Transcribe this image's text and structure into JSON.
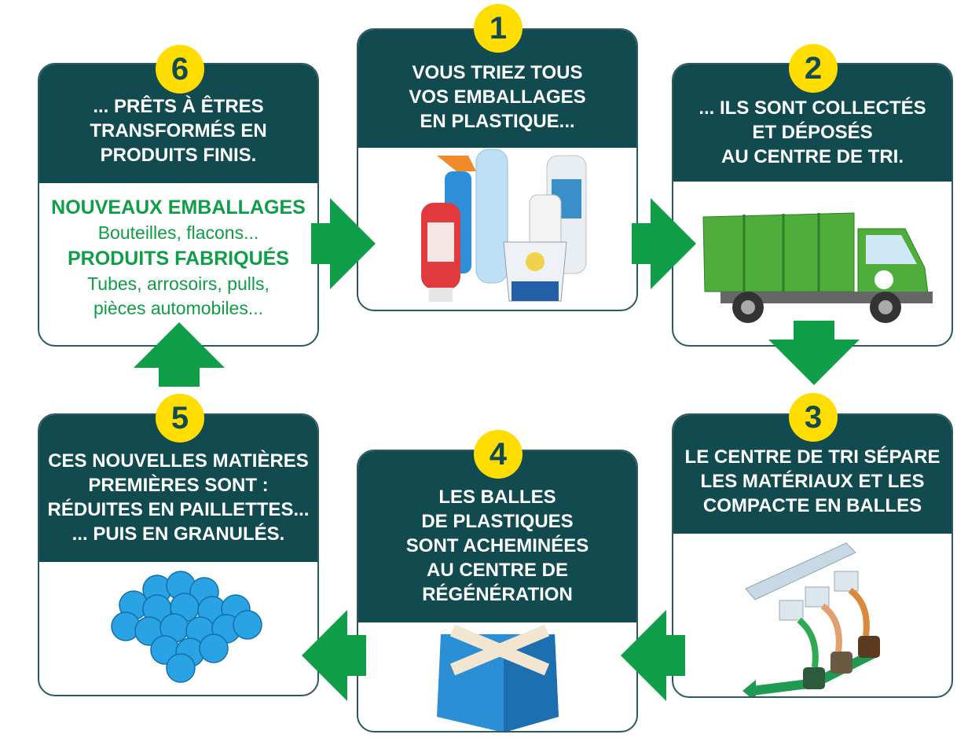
{
  "colors": {
    "header": "#114a4f",
    "arrow": "#0f9d48",
    "badge": "#ffdd00"
  },
  "steps": [
    {
      "number": "1",
      "title_lines": [
        "VOUS TRIEZ TOUS",
        "VOS EMBALLAGES",
        "EN PLASTIQUE..."
      ],
      "illustration": "plastic-packaging"
    },
    {
      "number": "2",
      "title_lines": [
        "... ILS SONT COLLECTÉS",
        "ET DÉPOSÉS",
        "AU CENTRE DE TRI."
      ],
      "illustration": "garbage-truck"
    },
    {
      "number": "3",
      "title_lines": [
        "LE CENTRE DE TRI SÉPARE",
        "LES MATÉRIAUX ET LES",
        "COMPACTE EN BALLES"
      ],
      "illustration": "sorting-center"
    },
    {
      "number": "4",
      "title_lines": [
        "LES BALLES",
        "DE PLASTIQUES",
        "SONT ACHEMINÉES",
        "AU CENTRE DE",
        "RÉGÉNÉRATION"
      ],
      "illustration": "plastic-bale"
    },
    {
      "number": "5",
      "title_lines": [
        "CES NOUVELLES MATIÈRES",
        "PREMIÈRES SONT :",
        "RÉDUITES EN PAILLETTES...",
        "... PUIS EN GRANULÉS."
      ],
      "illustration": "granules"
    },
    {
      "number": "6",
      "title_lines": [
        "... PRÊTS À ÊTRES",
        "TRANSFORMÉS EN",
        "PRODUITS FINIS."
      ],
      "products": [
        {
          "heading": "NOUVEAUX EMBALLAGES",
          "detail_lines": [
            "Bouteilles, flacons..."
          ]
        },
        {
          "heading": "PRODUITS FABRIQUÉS",
          "detail_lines": [
            "Tubes, arrosoirs, pulls,",
            "pièces automobiles..."
          ]
        }
      ]
    }
  ]
}
